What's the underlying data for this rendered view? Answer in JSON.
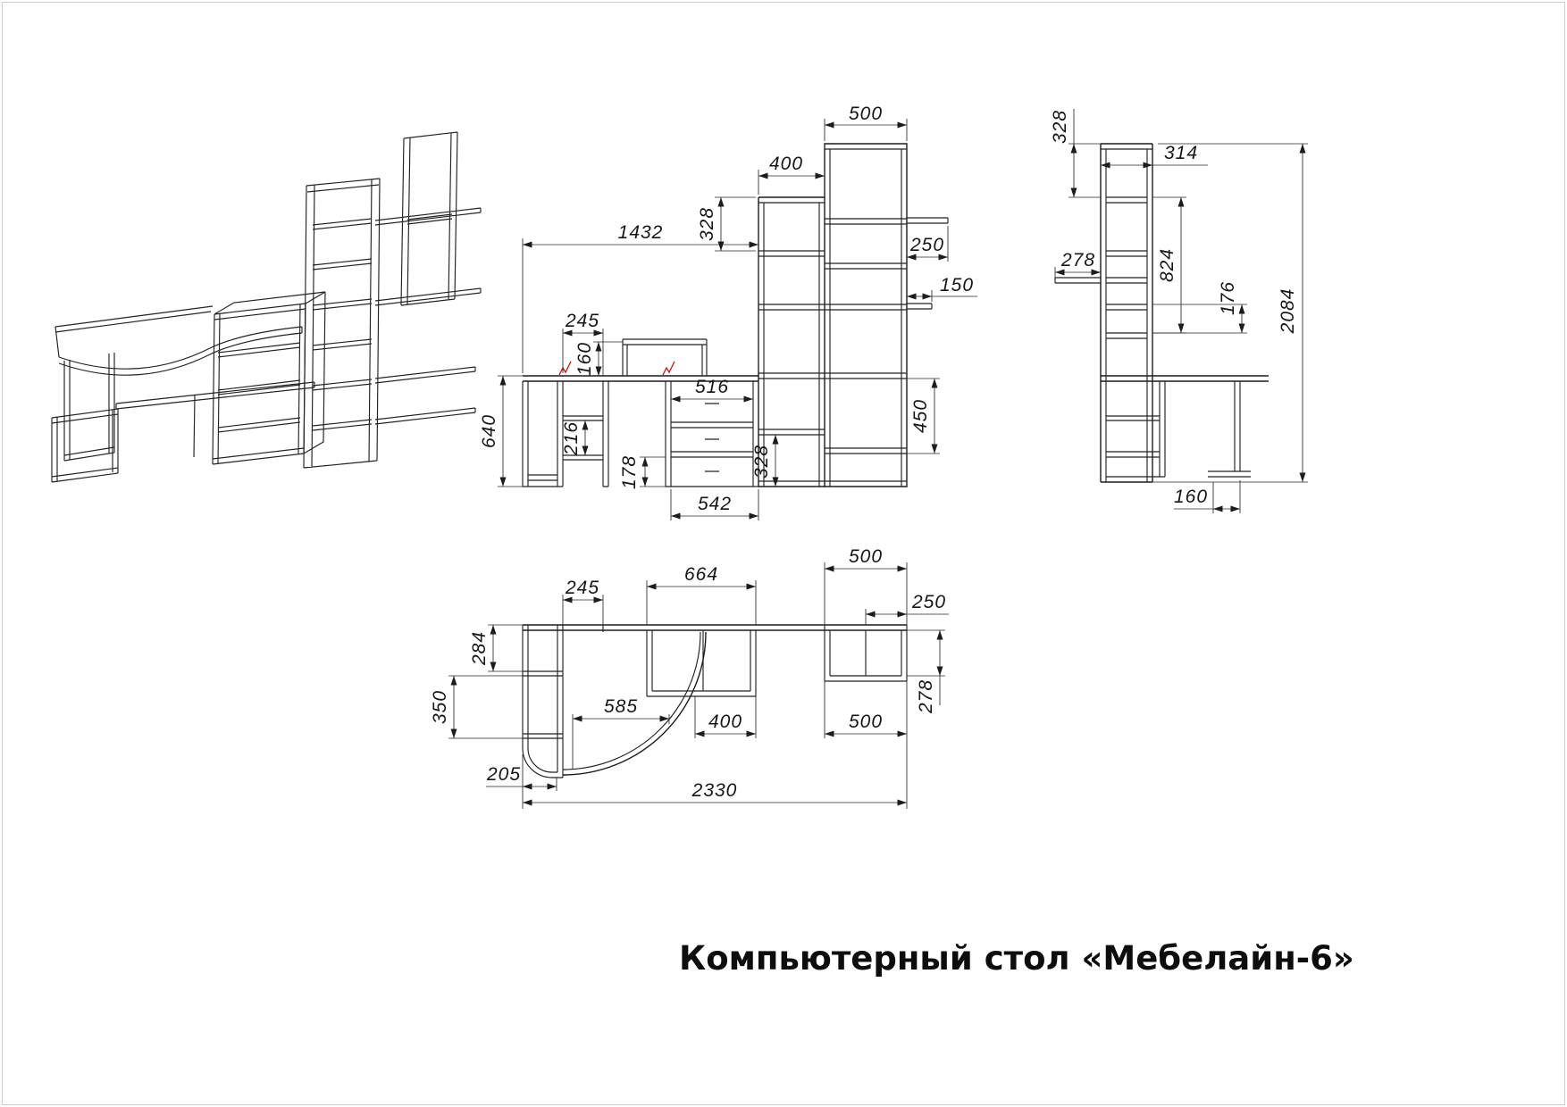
{
  "title": "Компьютерный стол «Мебелайн-6»",
  "colors": {
    "line": "#1c1c1c",
    "dim_text": "#161616",
    "accent_red": "#cc1111",
    "background": "#ffffff"
  },
  "views": {
    "front": {
      "dims": {
        "width_top": "500",
        "width_col": "400",
        "desk_width": "1432",
        "col_top_gap": "328",
        "shelf_right_long": "250",
        "shelf_right_short": "150",
        "hutch_height": "160",
        "pedestal_width": "245",
        "drawer_width": "516",
        "desk_height": "640",
        "tray_gap": "216",
        "plinth_height": "178",
        "drawer_base_width": "542",
        "col_base_gap": "328",
        "shelf_gap": "450"
      }
    },
    "side": {
      "dims": {
        "top_gap": "328",
        "depth_top": "314",
        "shelf_depth": "278",
        "rack_height": "824",
        "shelf_gap": "176",
        "total_height": "2084",
        "foot_depth": "160"
      }
    },
    "plan": {
      "dims": {
        "cabinet_width": "500",
        "pedestal_width": "245",
        "hutch_width": "664",
        "return_depth": "284",
        "shelf_depth": "250",
        "desk_side_depth": "350",
        "desk_clear_width": "585",
        "hutch_span": "400",
        "cabinet_width_b": "500",
        "cabinet_depth": "278",
        "return_width": "205",
        "total_width": "2330"
      }
    }
  }
}
